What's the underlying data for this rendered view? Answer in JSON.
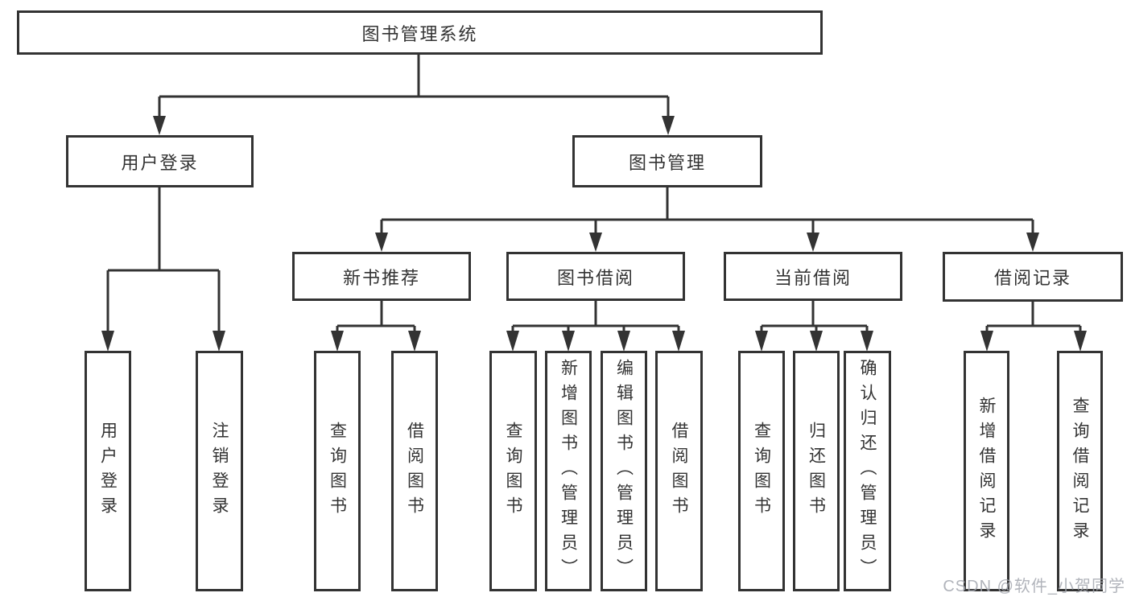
{
  "diagram": {
    "type": "hierarchy-tree",
    "watermark": "CSDN @软件_小贺同学",
    "colors": {
      "line": "#333333",
      "box_border": "#333333",
      "text": "#333333",
      "background": "#ffffff",
      "watermark": "#a3a7af"
    },
    "nodes": {
      "root": {
        "label": "图书管理系统"
      },
      "user_login": {
        "label": "用户登录"
      },
      "book_mgmt": {
        "label": "图书管理"
      },
      "new_book_rec": {
        "label": "新书推荐"
      },
      "book_borrow": {
        "label": "图书借阅"
      },
      "current_borrow": {
        "label": "当前借阅"
      },
      "borrow_records": {
        "label": "借阅记录"
      },
      "leaf_user_login": {
        "label": "用户登录"
      },
      "leaf_logout": {
        "label": "注销登录"
      },
      "leaf_rec_query": {
        "label": "查询图书"
      },
      "leaf_rec_borrow": {
        "label": "借阅图书"
      },
      "leaf_bb_query": {
        "label": "查询图书"
      },
      "leaf_bb_add": {
        "label": "新增图书（管理员）"
      },
      "leaf_bb_edit": {
        "label": "编辑图书（管理员）"
      },
      "leaf_bb_borrow": {
        "label": "借阅图书"
      },
      "leaf_cb_query": {
        "label": "查询图书"
      },
      "leaf_cb_return": {
        "label": "归还图书"
      },
      "leaf_cb_confirm": {
        "label": "确认归还（管理员）"
      },
      "leaf_br_add": {
        "label": "新增借阅记录"
      },
      "leaf_br_query": {
        "label": "查询借阅记录"
      }
    },
    "edges": [
      "root->user_login",
      "root->book_mgmt",
      "user_login->leaf_user_login",
      "user_login->leaf_logout",
      "book_mgmt->new_book_rec",
      "book_mgmt->book_borrow",
      "book_mgmt->current_borrow",
      "book_mgmt->borrow_records",
      "new_book_rec->leaf_rec_query",
      "new_book_rec->leaf_rec_borrow",
      "book_borrow->leaf_bb_query",
      "book_borrow->leaf_bb_add",
      "book_borrow->leaf_bb_edit",
      "book_borrow->leaf_bb_borrow",
      "current_borrow->leaf_cb_query",
      "current_borrow->leaf_cb_return",
      "current_borrow->leaf_cb_confirm",
      "borrow_records->leaf_br_add",
      "borrow_records->leaf_br_query"
    ]
  }
}
